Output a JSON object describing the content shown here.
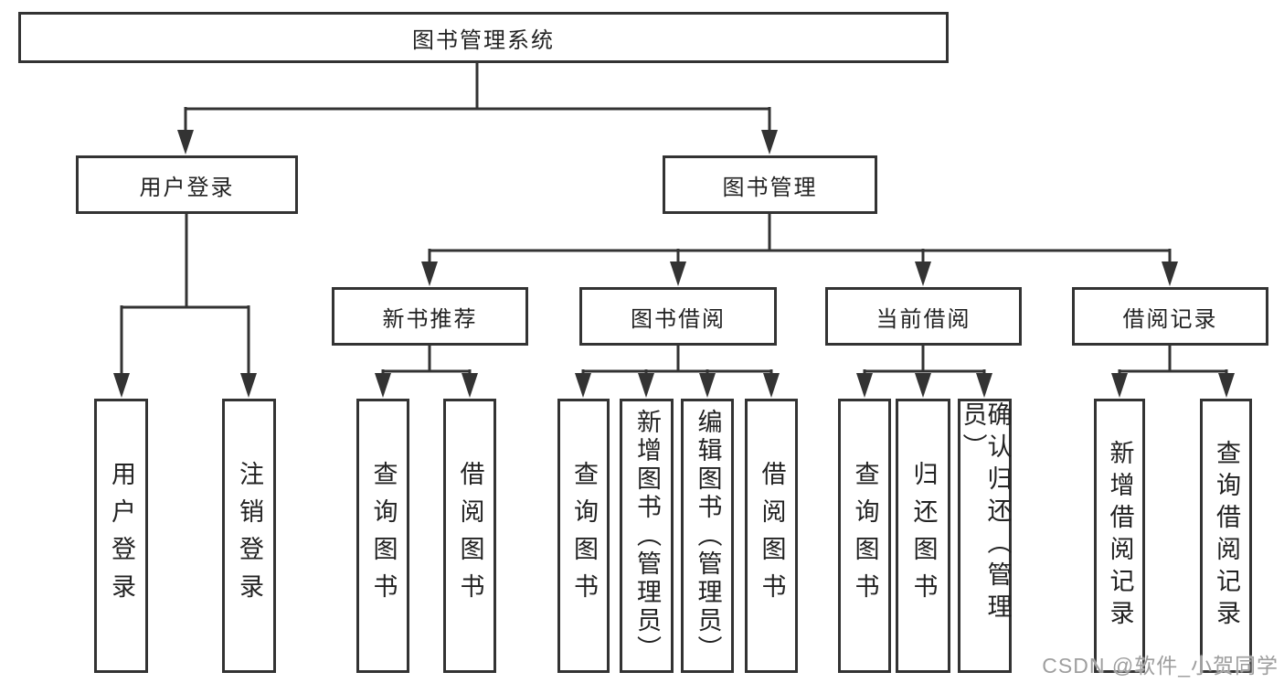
{
  "diagram_type": "tree",
  "colors": {
    "line": "#333333",
    "box_border": "#333333",
    "box_background": "#ffffff",
    "text": "#222222",
    "watermark": "#9e9e9e",
    "background": "#ffffff"
  },
  "watermark": {
    "text": "CSDN @软件_小贺同学"
  },
  "tree": {
    "root": {
      "label": "图书管理系统",
      "children": [
        {
          "label": "用户登录",
          "children": [
            {
              "label": "用户登录"
            },
            {
              "label": "注销登录"
            }
          ]
        },
        {
          "label": "图书管理",
          "children": [
            {
              "label": "新书推荐",
              "children": [
                {
                  "label": "查询图书"
                },
                {
                  "label": "借阅图书"
                }
              ]
            },
            {
              "label": "图书借阅",
              "children": [
                {
                  "label": "查询图书"
                },
                {
                  "label": "新增图书（管理员）"
                },
                {
                  "label": "编辑图书（管理员）"
                },
                {
                  "label": "借阅图书"
                }
              ]
            },
            {
              "label": "当前借阅",
              "children": [
                {
                  "label": "查询图书"
                },
                {
                  "label": "归还图书"
                },
                {
                  "label": "确认归还（管理员）"
                }
              ]
            },
            {
              "label": "借阅记录",
              "children": [
                {
                  "label": "新增借阅记录"
                },
                {
                  "label": "查询借阅记录"
                }
              ]
            }
          ]
        }
      ]
    }
  }
}
